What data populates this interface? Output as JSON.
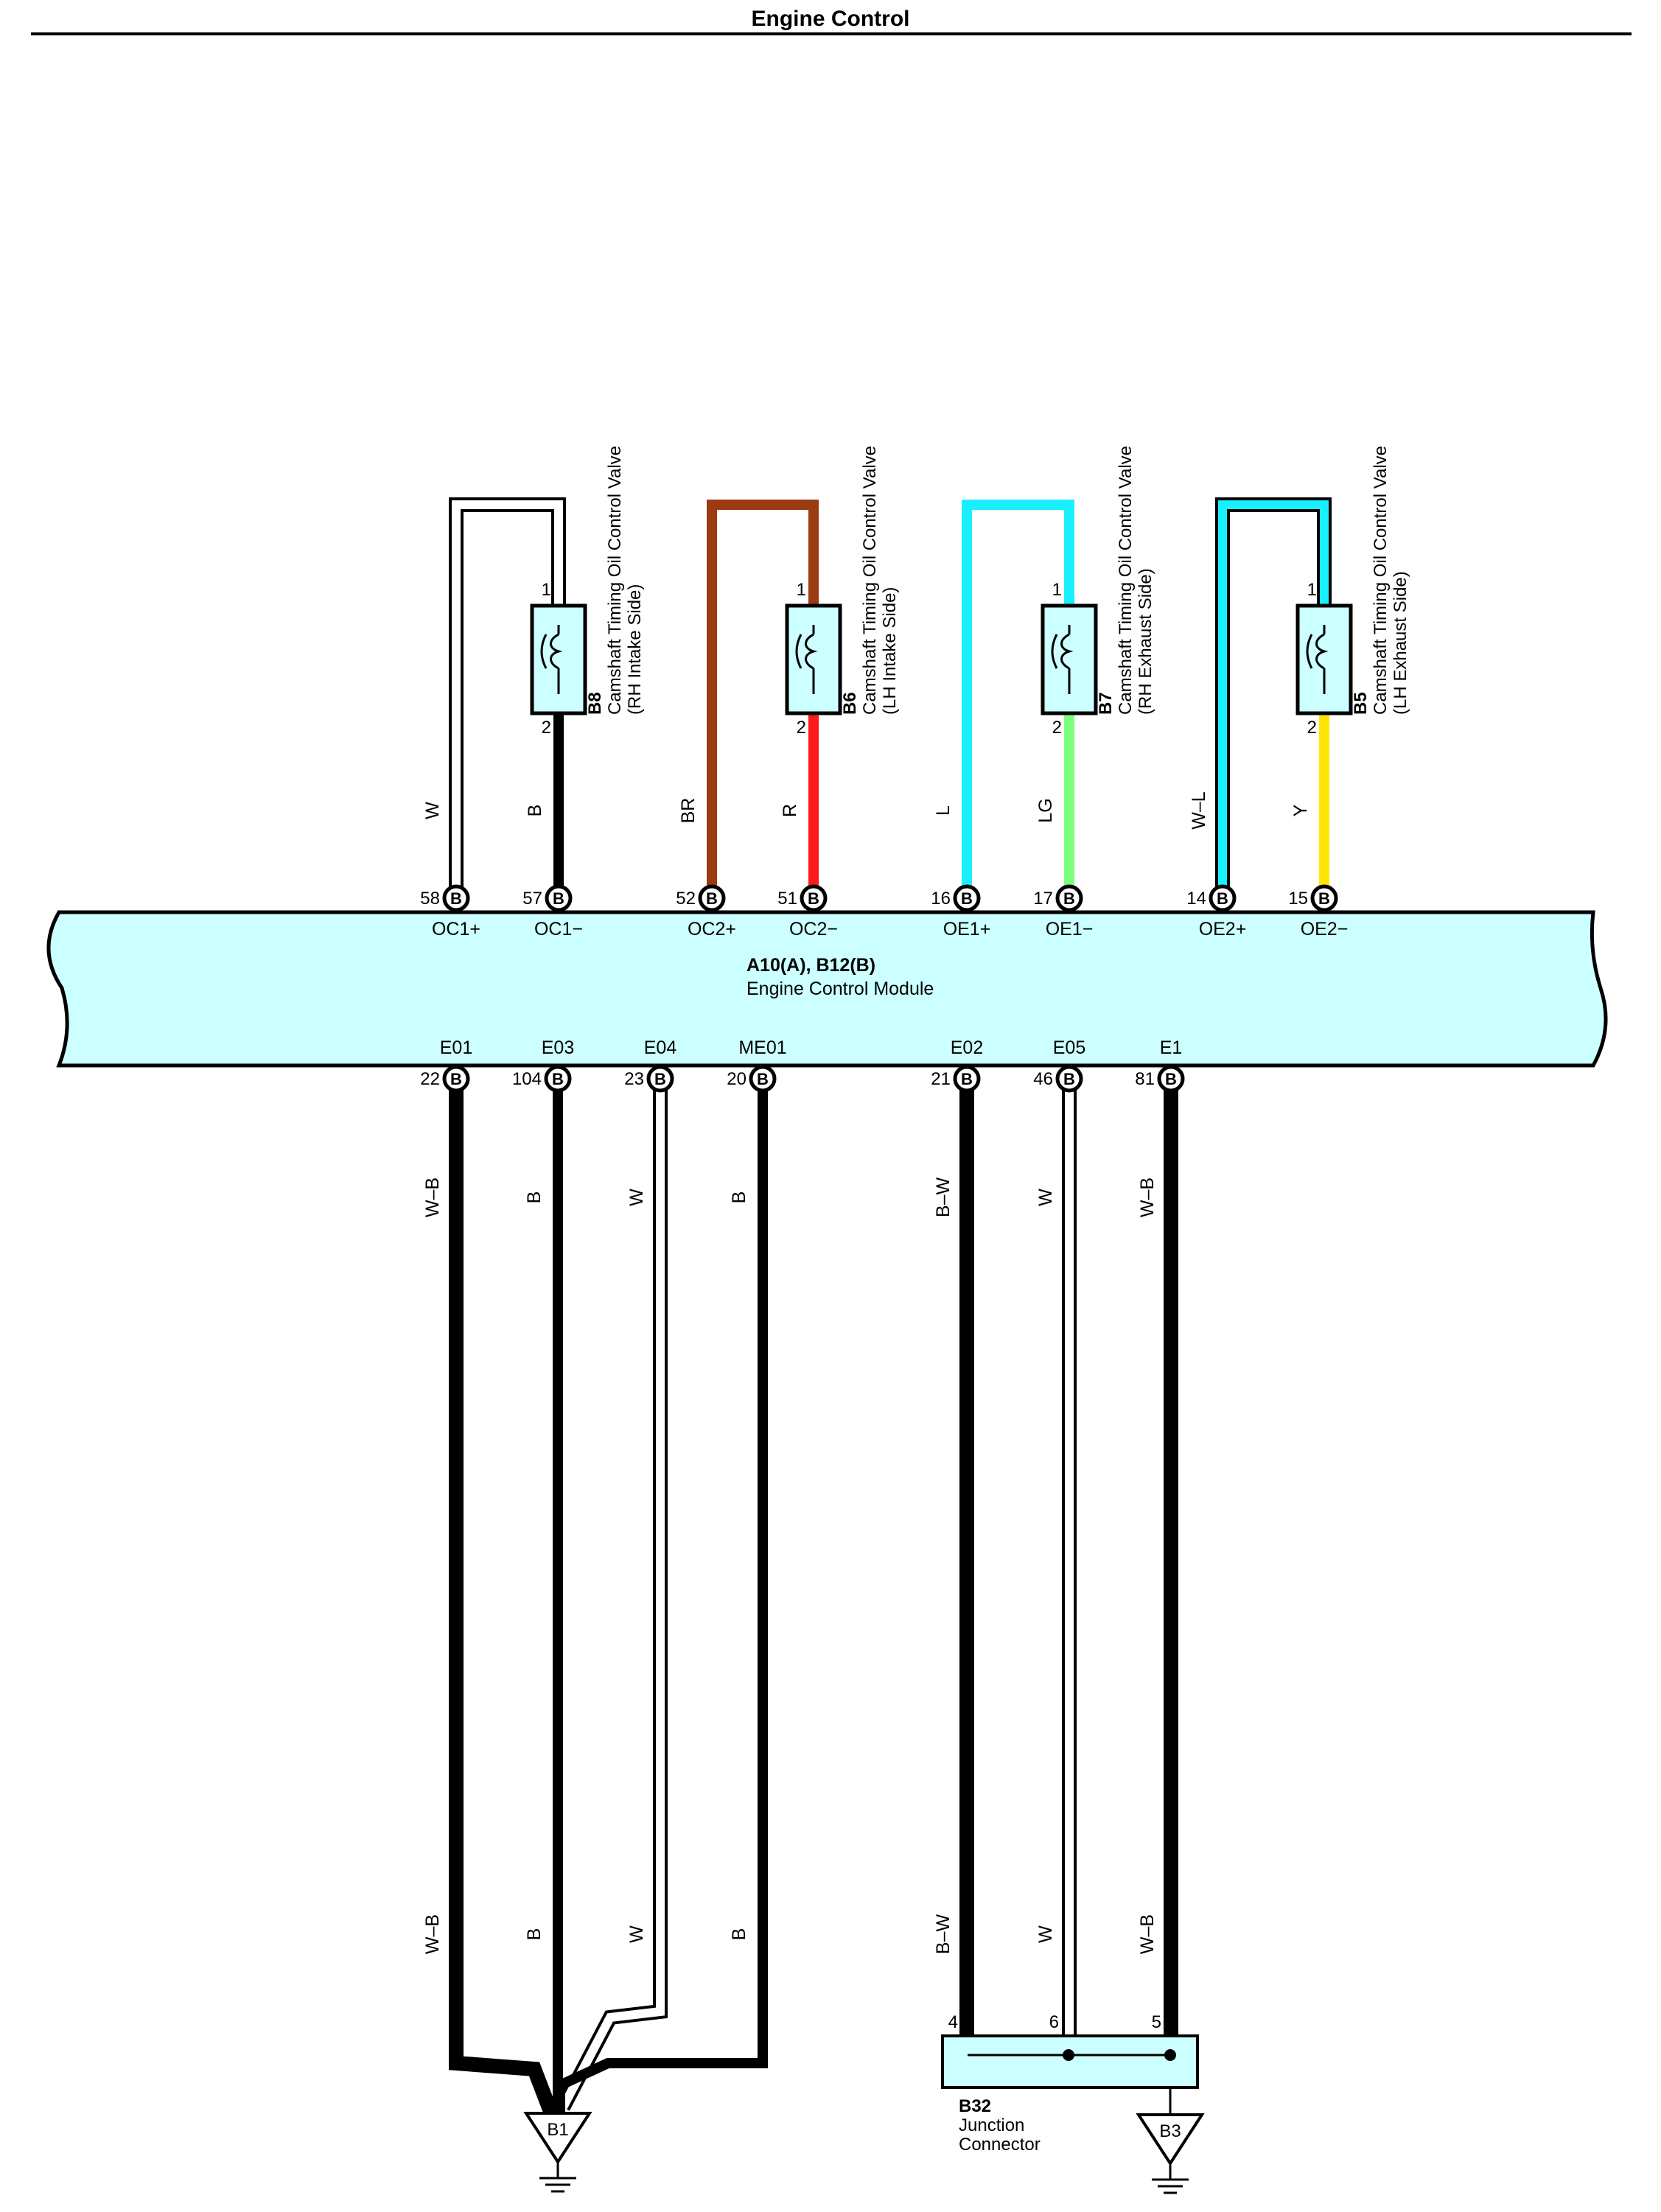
{
  "header": {
    "title": "Engine Control"
  },
  "module": {
    "code": "A10(A), B12(B)",
    "name": "Engine Control Module"
  },
  "upper_terminals": [
    {
      "pin": "58",
      "connector": "B",
      "signal": "OC1+",
      "wire": "W",
      "color": "#ffffff",
      "double": true
    },
    {
      "pin": "57",
      "connector": "B",
      "signal": "OC1−",
      "wire": "B",
      "color": "#000000",
      "double": false
    },
    {
      "pin": "52",
      "connector": "B",
      "signal": "OC2+",
      "wire": "BR",
      "color": "#9b3b12",
      "double": false
    },
    {
      "pin": "51",
      "connector": "B",
      "signal": "OC2−",
      "wire": "R",
      "color": "#ff1a1a",
      "double": false
    },
    {
      "pin": "16",
      "connector": "B",
      "signal": "OE1+",
      "wire": "L",
      "color": "#19f0ff",
      "double": false
    },
    {
      "pin": "17",
      "connector": "B",
      "signal": "OE1−",
      "wire": "LG",
      "color": "#7dff7d",
      "double": false
    },
    {
      "pin": "14",
      "connector": "B",
      "signal": "OE2+",
      "wire": "W–L",
      "color": "#19f0ff",
      "double": true
    },
    {
      "pin": "15",
      "connector": "B",
      "signal": "OE2−",
      "wire": "Y",
      "color": "#ffe600",
      "double": false
    }
  ],
  "lower_terminals": [
    {
      "pin": "22",
      "connector": "B",
      "signal": "E01",
      "wire": "W–B",
      "color": "#000000",
      "double": true
    },
    {
      "pin": "104",
      "connector": "B",
      "signal": "E03",
      "wire": "B",
      "color": "#000000",
      "double": false
    },
    {
      "pin": "23",
      "connector": "B",
      "signal": "E04",
      "wire": "W",
      "color": "#ffffff",
      "double": true
    },
    {
      "pin": "20",
      "connector": "B",
      "signal": "ME01",
      "wire": "B",
      "color": "#000000",
      "double": false
    },
    {
      "pin": "21",
      "connector": "B",
      "signal": "E02",
      "wire": "B–W",
      "color": "#000000",
      "double": true
    },
    {
      "pin": "46",
      "connector": "B",
      "signal": "E05",
      "wire": "W",
      "color": "#ffffff",
      "double": true
    },
    {
      "pin": "81",
      "connector": "B",
      "signal": "E1",
      "wire": "W–B",
      "color": "#000000",
      "double": true
    }
  ],
  "components": [
    {
      "code": "B8",
      "line1": "Camshaft Timing Oil Control Valve",
      "line2": "(RH Intake Side)",
      "pin_top": "1",
      "pin_bottom": "2"
    },
    {
      "code": "B6",
      "line1": "Camshaft Timing Oil Control Valve",
      "line2": "(LH Intake Side)",
      "pin_top": "1",
      "pin_bottom": "2"
    },
    {
      "code": "B7",
      "line1": "Camshaft Timing Oil Control Valve",
      "line2": "(RH Exhaust Side)",
      "pin_top": "1",
      "pin_bottom": "2"
    },
    {
      "code": "B5",
      "line1": "Camshaft Timing Oil Control Valve",
      "line2": "(LH Exhaust Side)",
      "pin_top": "1",
      "pin_bottom": "2"
    }
  ],
  "junction": {
    "code": "B32",
    "line1": "Junction",
    "line2": "Connector",
    "pins": [
      "4",
      "6",
      "5"
    ]
  },
  "grounds": [
    {
      "code": "B1"
    },
    {
      "code": "B3"
    }
  ],
  "colors": {
    "module_fill": "#ccffff",
    "component_fill": "#ccffff",
    "wire_outline": "#000000"
  }
}
